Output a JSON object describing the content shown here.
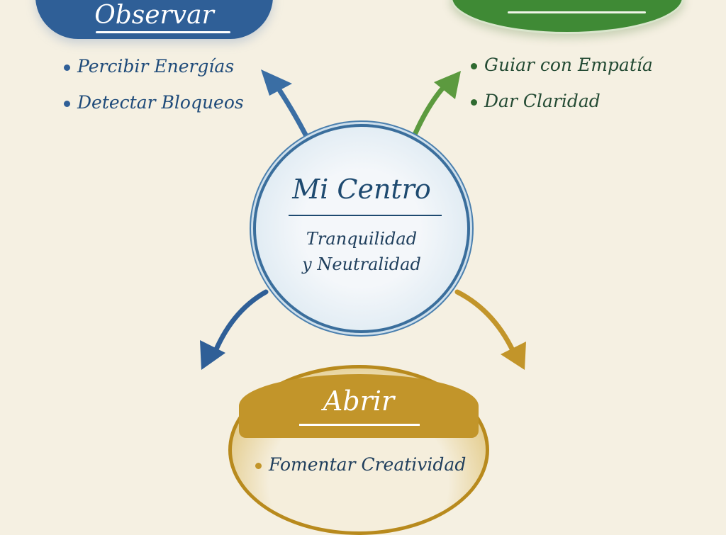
{
  "observar": {
    "title": "Observar",
    "items": [
      "Percibir Energías",
      "Detectar Bloqueos"
    ],
    "color": "#2f5f97"
  },
  "guiar": {
    "items": [
      "Guiar con Empatía",
      "Dar Claridad"
    ],
    "color": "#3f8a35"
  },
  "center": {
    "title": "Mi Centro",
    "line1": "Tranquilidad",
    "line2": "y Neutralidad"
  },
  "abrir": {
    "title": "Abrir",
    "items": [
      "Fomentar Creatividad"
    ],
    "color": "#c2952a"
  }
}
